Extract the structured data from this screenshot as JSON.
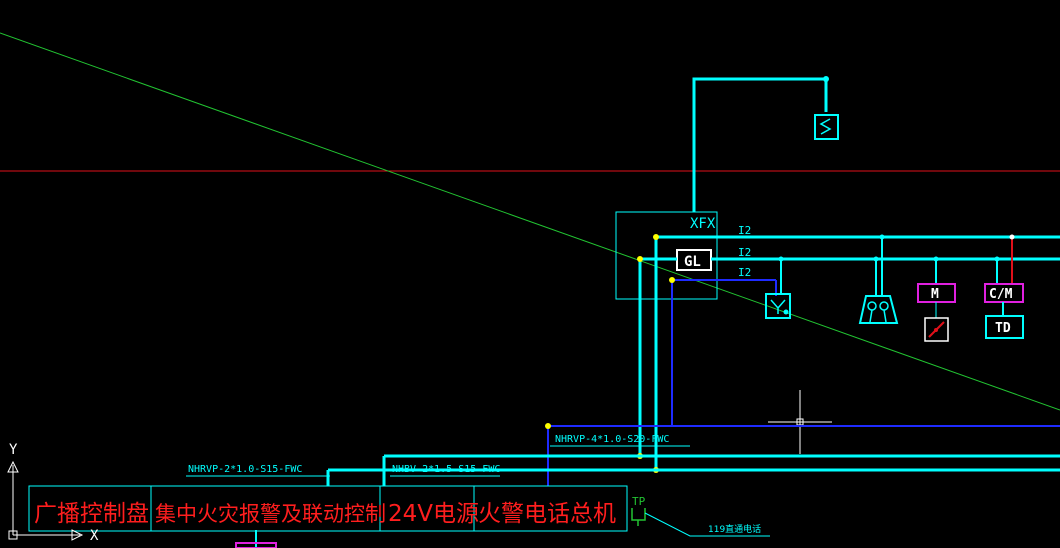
{
  "colors": {
    "background": "#000000",
    "cyan": "#00FFFF",
    "blue": "#1E2BFF",
    "red": "#E0101A",
    "green": "#22C432",
    "magenta": "#E020E0",
    "yellow": "#FFFF00",
    "white": "#FFFFFF",
    "label_red": "#FF1E1E"
  },
  "equipment_box": {
    "label_top": "XFX",
    "label_gl": "GL"
  },
  "bus_labels": [
    "I2",
    "I2",
    "I2"
  ],
  "devices": {
    "module_m": "M",
    "module_cm": "C/M",
    "telephone_td": "TD",
    "tp_label": "TP"
  },
  "cables": {
    "main_bus": "NHRVP-4*1.0-S20-FWC",
    "broadcast": "NHRVP-2*1.0-S15-FWC",
    "power24v": "NHBV-2*1.5-S15-FWC",
    "phone119": "119直通电话"
  },
  "panels": [
    "广播控制盘",
    "集中火灾报警及联动控制",
    "24V电源",
    "火警电话总机"
  ],
  "ucs_axes": {
    "y": "Y",
    "x": "X"
  }
}
